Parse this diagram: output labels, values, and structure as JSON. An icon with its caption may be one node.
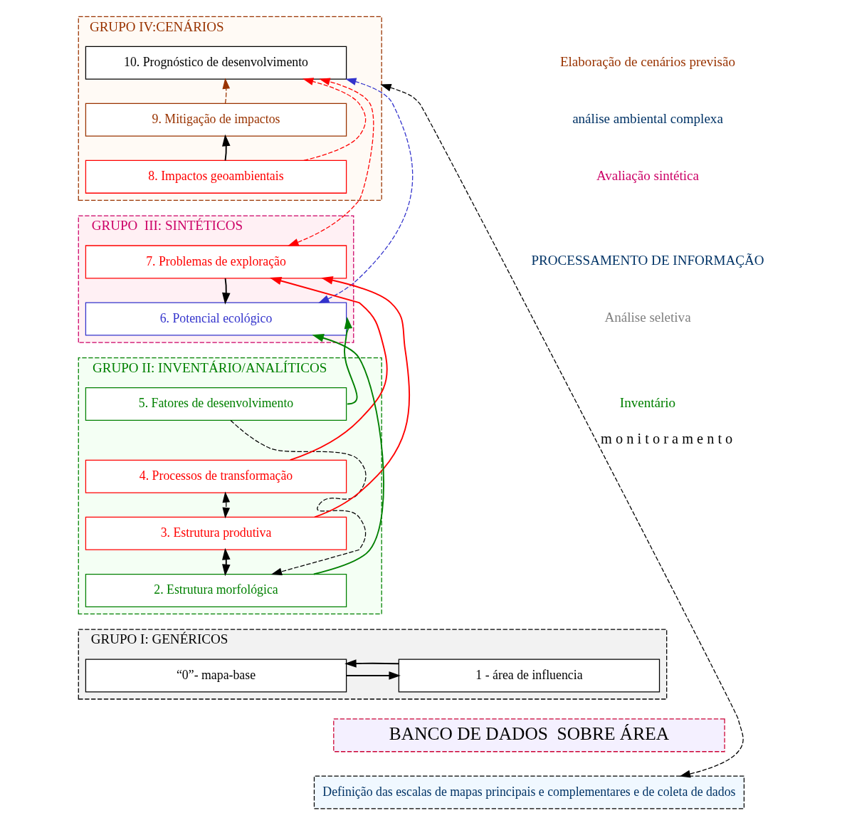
{
  "diagram": {
    "nodes": [
      {
        "text": [
          "GRUPO IV:CENÁRIOS"
        ]
      },
      {
        "text": [
          "10. Prognóstico de desenvolvimento"
        ],
        "in": 0
      },
      {
        "text": [
          "9. Mitigação de impactos"
        ],
        "in": 0
      },
      {
        "text": [
          "8. Impactos geoambientais"
        ],
        "in": 0
      },
      {
        "text": [
          "GRUPO  III: SINTÉTICOS"
        ]
      },
      {
        "text": [
          "7. Problemas de exploração"
        ],
        "in": 4
      },
      {
        "text": [
          "6. Potencial ecológico"
        ],
        "in": 4
      },
      {
        "text": [
          "GRUPO II: INVENTÁRIO/ANALÍTICOS"
        ]
      },
      {
        "text": [
          "5. Fatores de desenvolvimento"
        ],
        "in": 7
      },
      {
        "text": [
          "4. Processos de transformação"
        ],
        "in": 7
      },
      {
        "text": [
          "3. Estrutura produtiva"
        ],
        "in": 7
      },
      {
        "text": [
          "2. Estrutura morfológica"
        ],
        "in": 7
      },
      {
        "text": [
          "GRUPO I: GENÉRICOS"
        ]
      },
      {
        "text": [
          "“0”- mapa-base"
        ],
        "in": 12
      },
      {
        "text": [
          "1 - área de influencia"
        ],
        "in": 12
      },
      {
        "text": [
          "BANCO DE DADOS  SOBRE ÁREA"
        ]
      },
      {
        "text": [
          "Definição das escalas de mapas principais e complementares e de coleta de dados"
        ]
      }
    ],
    "edges": [
      {
        "from": 2,
        "to": 1,
        "arrow": "to",
        "style": "dashed",
        "color": "#993300"
      },
      {
        "from": 3,
        "to": 1,
        "arrow": "to",
        "style": "dashed",
        "color": "#ff0000"
      },
      {
        "from": 5,
        "to": 1,
        "arrow": "both",
        "style": "dashed",
        "color": "#ff0000"
      },
      {
        "from": 6,
        "to": 1,
        "arrow": "both",
        "style": "dashed",
        "color": "#3333cc"
      },
      {
        "from": 3,
        "to": 2,
        "arrow": "to"
      },
      {
        "from": 5,
        "to": 6,
        "arrow": "to"
      },
      {
        "from": 9,
        "to": 5,
        "arrow": "to",
        "color": "#ff0000"
      },
      {
        "from": 10,
        "to": 5,
        "arrow": "to",
        "color": "#ff0000"
      },
      {
        "from": 8,
        "to": 6,
        "arrow": "to",
        "color": "#008000"
      },
      {
        "from": 11,
        "to": 6,
        "arrow": "to",
        "color": "#008000"
      },
      {
        "from": 8,
        "to": 11,
        "arrow": "to",
        "style": "dashed"
      },
      {
        "from": 9,
        "to": 10,
        "arrow": "both",
        "style": "dashed"
      },
      {
        "from": 10,
        "to": 11,
        "arrow": "both"
      },
      {
        "from": 13,
        "to": 14,
        "arrow": "to"
      },
      {
        "from": 14,
        "to": 13,
        "arrow": "to"
      },
      {
        "from": 16,
        "to": 0,
        "arrow": "both",
        "style": "dashed",
        "label": "m o n i t o r a m e n t o"
      }
    ],
    "labels": [
      "Elaboração de cenários previsão",
      "análise ambiental complexa",
      "Avaliação sintética",
      "PROCESSAMENTO DE INFORMAÇÃO",
      "Análise seletiva",
      "Inventário"
    ]
  }
}
